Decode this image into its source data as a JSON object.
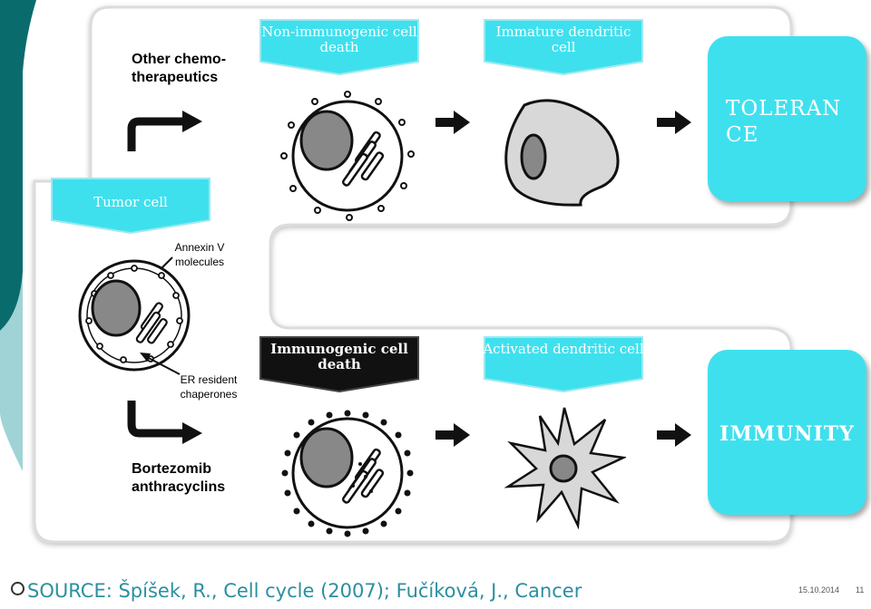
{
  "top_row": {
    "left_label": "Other chemo-therapeutics",
    "stage1": "Non-immunogenic cell death",
    "stage2": "Immature dendritic cell",
    "outcome": "TOLERANCE"
  },
  "middle": {
    "tumor_cell": "Tumor cell",
    "annexin": "Annexin V molecules",
    "chaperones": "ER resident chaperones"
  },
  "bottom_row": {
    "left_label": "Bortezomib anthracyclins",
    "stage1": "Immunogenic cell death",
    "stage2": "Activated dendritic cell",
    "outcome": "IMMUNITY"
  },
  "footer": {
    "source": "SOURCE: Špíšek, R., Cell cycle (2007); Fučíková, J., Cancer",
    "date": "15.10.2014",
    "page": "11"
  },
  "colors": {
    "teal_dark": "#0a6b6d",
    "teal_light": "#9fd3d6",
    "cyan": "#3fe0ee",
    "banner_dark": "#111111"
  }
}
